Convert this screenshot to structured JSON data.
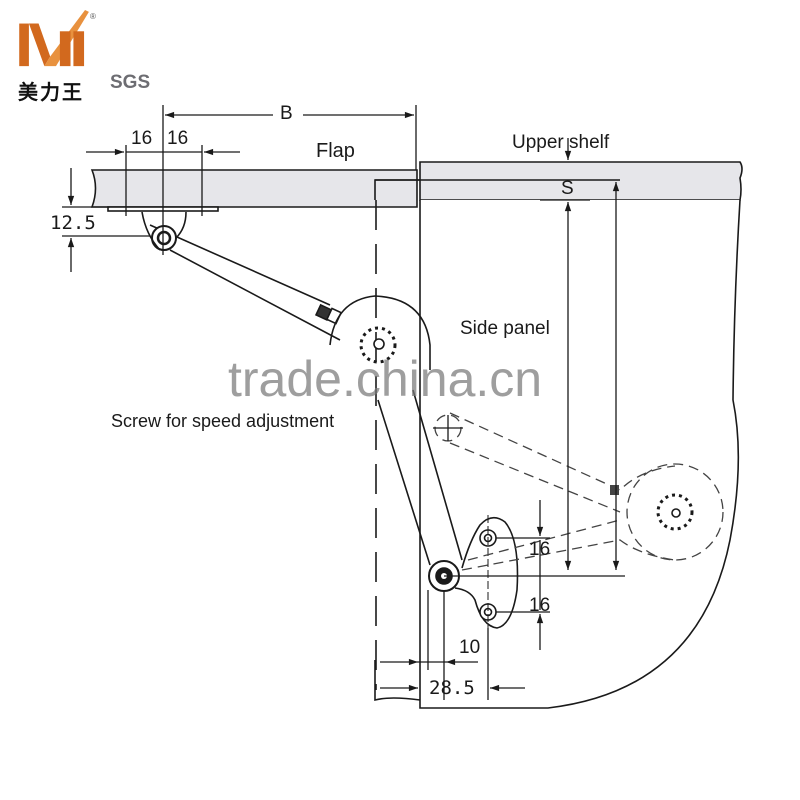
{
  "logo": {
    "chinese_name": "美力王",
    "certification": "SGS",
    "registered_mark": "®",
    "brand_color": "#d2691e"
  },
  "labels": {
    "flap": "Flap",
    "upper_shelf": "Upper shelf",
    "side_panel": "Side panel",
    "screw_note": "Screw for speed adjustment"
  },
  "dimensions": {
    "B": "B",
    "S": "S",
    "offset_left": "16",
    "offset_right": "16",
    "flap_pivot_drop": "12.5",
    "bracket_upper_spacing": "16",
    "bracket_lower_spacing": "16",
    "bracket_offset": "10",
    "panel_to_pivot": "28.5"
  },
  "watermark": "trade.china.cn",
  "colors": {
    "line": "#1a1a1a",
    "board_fill": "#e6e6ea",
    "watermark": "#8a8a8a"
  }
}
